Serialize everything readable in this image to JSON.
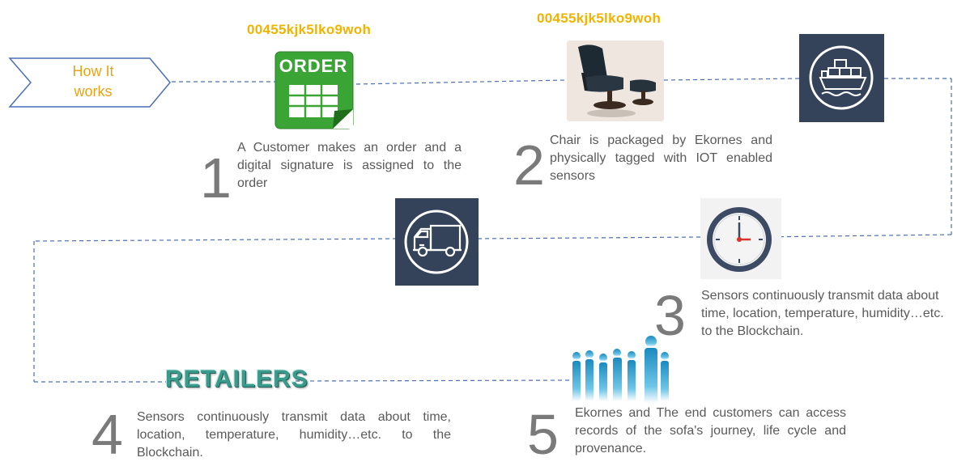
{
  "header": {
    "how_label_line1": "How It",
    "how_label_line2": "works"
  },
  "codes": {
    "code1": "00455kjk5lko9woh",
    "code2": "00455kjk5lko9woh"
  },
  "order_icon": {
    "label": "ORDER"
  },
  "retailers": {
    "label": "RETAILERS"
  },
  "steps": [
    {
      "number": "1",
      "text": "A Customer makes an order and a digital signature is assigned to the order"
    },
    {
      "number": "2",
      "text": "Chair is packaged by Ekornes and physically tagged with IOT enabled sensors"
    },
    {
      "number": "3",
      "text": "Sensors continuously transmit data about time, location, temperature, humidity…etc. to the Blockchain."
    },
    {
      "number": "4",
      "text": "Sensors continuously transmit data about time, location, temperature, humidity…etc. to the Blockchain."
    },
    {
      "number": "5",
      "text": "Ekornes and The end customers can access records of the sofa's journey, life cycle and provenance."
    }
  ],
  "icons": [
    "order-icon",
    "chair-icon",
    "ship-icon",
    "clock-icon",
    "truck-icon",
    "people-icon"
  ],
  "colors": {
    "code": "#f0b400",
    "box": "#34425a",
    "dash": "#4a6fb5",
    "order_green": "#3aa535",
    "retailers": "#3a9a8c"
  }
}
